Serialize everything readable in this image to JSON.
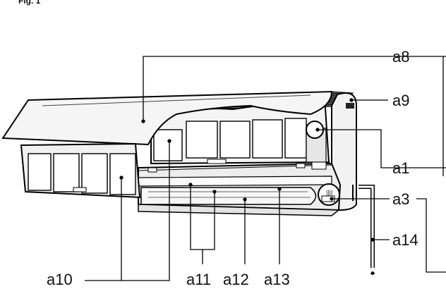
{
  "figure": {
    "title": "Fig. 1",
    "callouts": {
      "a1": "a1",
      "a3": "a3",
      "a8": "a8",
      "a9": "a9",
      "a10": "a10",
      "a11": "a11",
      "a12": "a12",
      "a13": "a13",
      "a14": "a14"
    }
  }
}
